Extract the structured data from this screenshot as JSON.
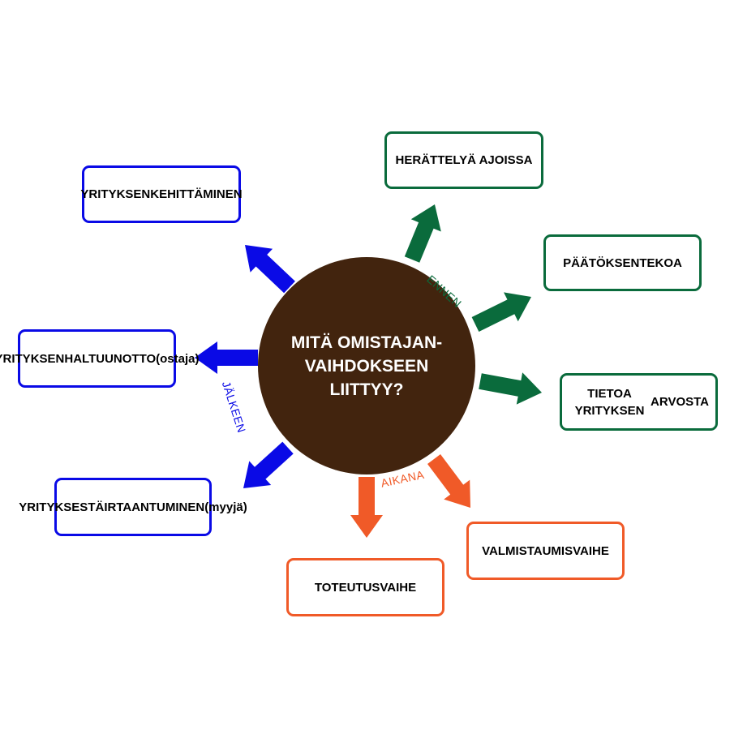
{
  "colors": {
    "green": "#0a6b3c",
    "blue": "#0a0ae6",
    "orange": "#f05a28",
    "center": "#42240e"
  },
  "center": {
    "lines": [
      "MITÄ OMISTAJAN-",
      "VAIHDOKSEEN",
      "LIITTYY?"
    ]
  },
  "phases": {
    "before": "ENNEN",
    "during": "AIKANA",
    "after": "JÄLKEEN"
  },
  "boxes": {
    "herattely": {
      "lines": [
        "HERÄTTELYÄ AJOISSA"
      ]
    },
    "paatoksenteko": {
      "lines": [
        "PÄÄTÖKSENTEKOA"
      ]
    },
    "tietoa": {
      "lines": [
        "TIETOA YRITYKSEN",
        "ARVOSTA"
      ]
    },
    "valmistaumis": {
      "lines": [
        "VALMISTAUMISVAIHE"
      ]
    },
    "toteutus": {
      "lines": [
        "TOTEUTUSVAIHE"
      ]
    },
    "irtaantuminen": {
      "lines": [
        "YRITYKSESTÄ",
        "IRTAANTUMINEN",
        "(myyjä)"
      ]
    },
    "haltuunotto": {
      "lines": [
        "YRITYKSEN",
        "HALTUUNOTTO",
        "(ostaja)"
      ]
    },
    "kehittaminen": {
      "lines": [
        "YRITYKSEN",
        "KEHITTÄMINEN"
      ]
    }
  }
}
